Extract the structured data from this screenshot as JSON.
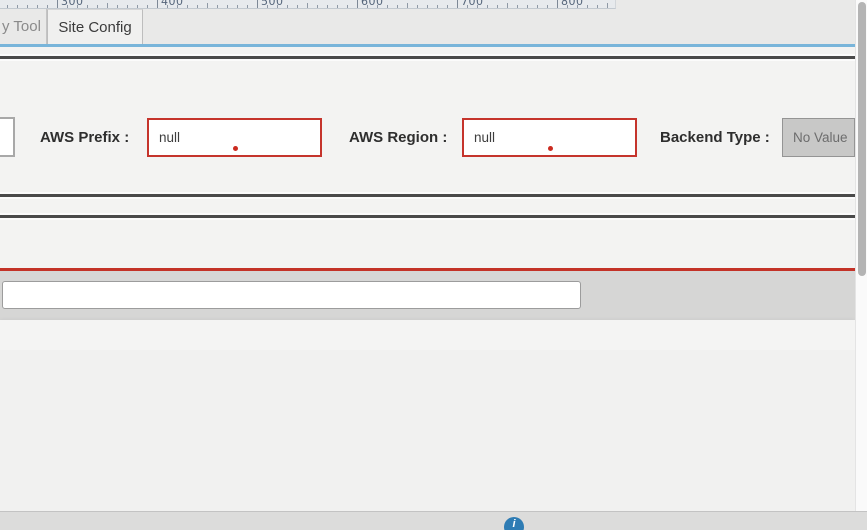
{
  "ruler": {
    "labels": [
      "300",
      "400",
      "500",
      "600",
      "700",
      "800"
    ]
  },
  "tabs": [
    {
      "label": "y Tool",
      "active": false
    },
    {
      "label": "Site Config",
      "active": true
    }
  ],
  "form": {
    "fields": [
      {
        "label": "AWS Prefix :",
        "value": "null",
        "state": "error"
      },
      {
        "label": "AWS Region :",
        "value": "null",
        "state": "error"
      },
      {
        "label": "Backend Type :",
        "value": "No Value",
        "state": "disabled"
      }
    ]
  },
  "toolbar": {
    "search_value": ""
  },
  "footer": {
    "icon_glyph": "i"
  },
  "colors": {
    "accent_blue": "#79b5da",
    "error_red": "#c5342c",
    "dot_red": "#cb2b20",
    "rule_dark": "#4a4a4a",
    "footer_icon_blue": "#2e7cb4"
  }
}
